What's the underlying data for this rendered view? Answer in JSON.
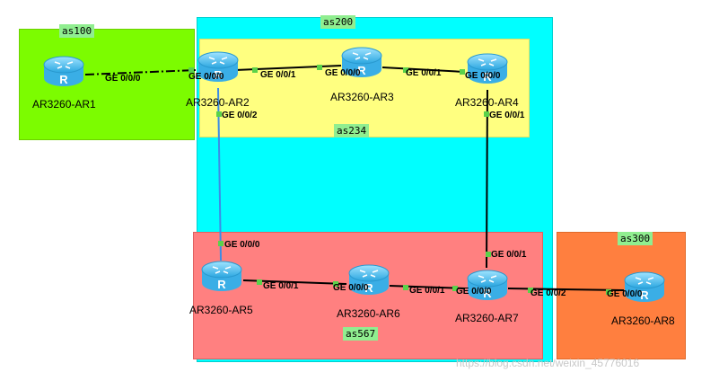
{
  "areas": {
    "as100": "as100",
    "as200": "as200",
    "as234": "as234",
    "as567": "as567",
    "as300": "as300"
  },
  "routers": {
    "ar1": "AR3260-AR1",
    "ar2": "AR3260-AR2",
    "ar3": "AR3260-AR3",
    "ar4": "AR3260-AR4",
    "ar5": "AR3260-AR5",
    "ar6": "AR3260-AR6",
    "ar7": "AR3260-AR7",
    "ar8": "AR3260-AR8"
  },
  "router_glyph": "R",
  "ports": {
    "ar1_g000": "GE 0/0/0",
    "ar2_g000": "GE 0/0/0",
    "ar2_g001": "GE 0/0/1",
    "ar2_g002": "GE 0/0/2",
    "ar3_g000": "GE 0/0/0",
    "ar3_g001": "GE 0/0/1",
    "ar4_g000": "GE 0/0/0",
    "ar4_g001": "GE 0/0/1",
    "ar5_g000": "GE 0/0/0",
    "ar5_g001": "GE 0/0/1",
    "ar6_g000": "GE 0/0/0",
    "ar6_g001": "GE 0/0/1",
    "ar7_g000": "GE 0/0/0",
    "ar7_g001": "GE 0/0/1",
    "ar7_g002": "GE 0/0/2",
    "ar8_g000": "GE 0/0/0"
  },
  "watermark": "https://blog.csdn.net/weixin_45776016",
  "colors": {
    "as100": "#7cfc00",
    "as200": "#00ffff",
    "as234": "#ffff80",
    "as567": "#ff8080",
    "as300": "#ff7f3f",
    "tag": "#90ee90",
    "link": "#000000",
    "link_blue": "#3c8ce6",
    "port_dot": "#5ad24a"
  }
}
